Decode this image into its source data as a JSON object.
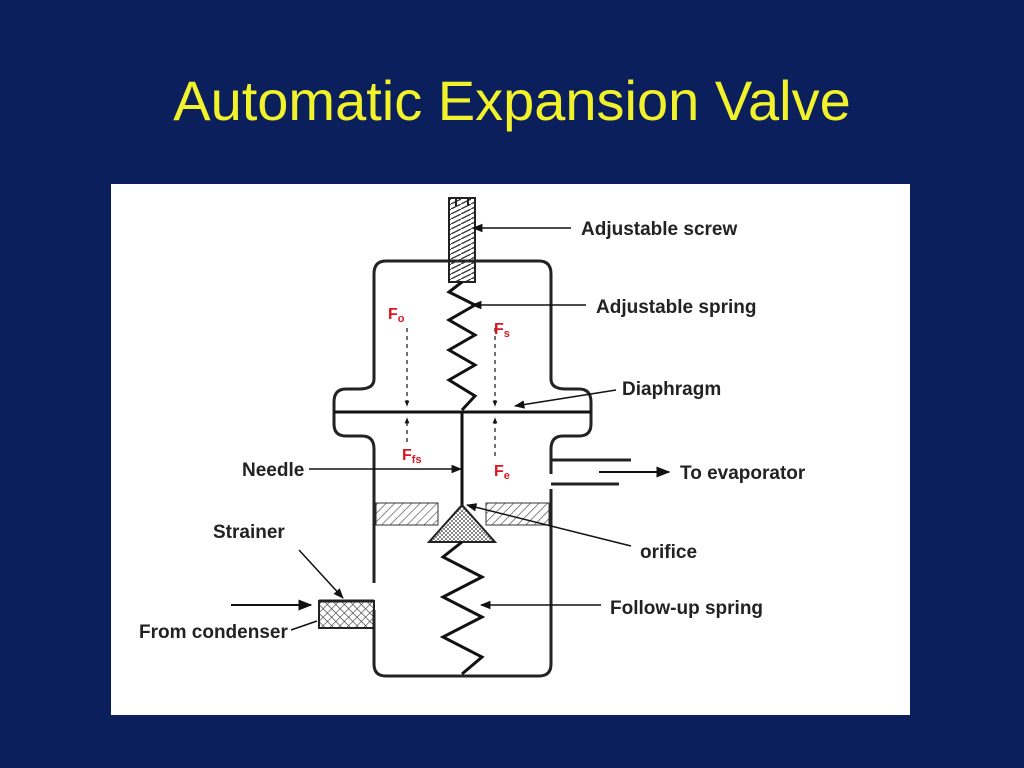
{
  "slide": {
    "title": "Automatic Expansion Valve",
    "colors": {
      "background": "#0a1f5c",
      "title": "#f2f22a",
      "force_labels": "#e0141e"
    }
  },
  "diagram": {
    "labels": {
      "adjustable_screw": "Adjustable screw",
      "adjustable_spring": "Adjustable spring",
      "diaphragm": "Diaphragm",
      "needle": "Needle",
      "to_evaporator": "To evaporator",
      "strainer": "Strainer",
      "orifice": "orifice",
      "from_condenser": "From condenser",
      "follow_up_spring": "Follow-up spring"
    },
    "forces": {
      "fo": {
        "main": "F",
        "sub": "o"
      },
      "fs": {
        "main": "F",
        "sub": "s"
      },
      "ffs": {
        "main": "F",
        "sub": "fs"
      },
      "fe": {
        "main": "F",
        "sub": "e"
      }
    }
  }
}
